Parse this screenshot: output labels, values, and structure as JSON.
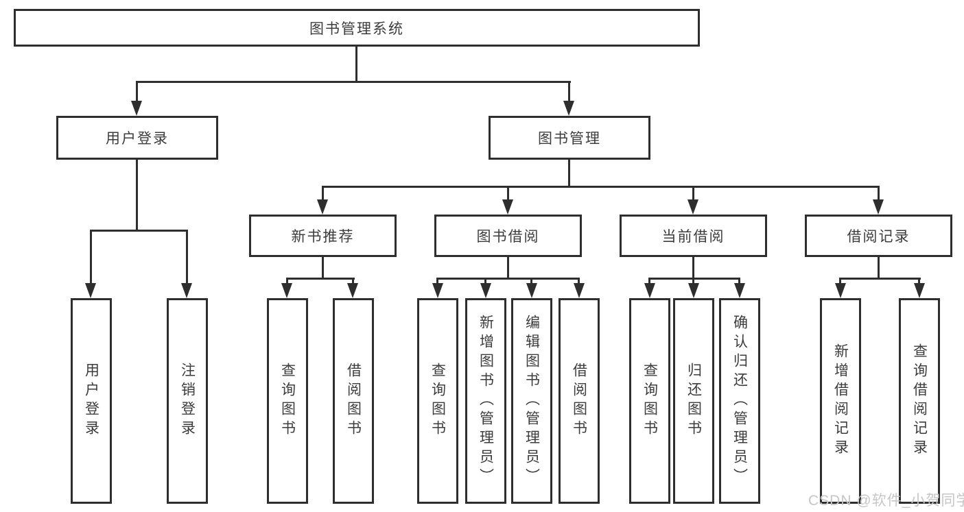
{
  "diagram": {
    "root": {
      "label": "图书管理系统"
    },
    "level2": [
      {
        "id": "user-login",
        "label": "用户登录"
      },
      {
        "id": "book-management",
        "label": "图书管理"
      }
    ],
    "level3": [
      {
        "id": "new-book-recommend",
        "label": "新书推荐"
      },
      {
        "id": "book-borrow",
        "label": "图书借阅"
      },
      {
        "id": "current-borrow",
        "label": "当前借阅"
      },
      {
        "id": "borrow-records",
        "label": "借阅记录"
      }
    ],
    "leaves": [
      {
        "parent": "user-login",
        "label": "用户登录"
      },
      {
        "parent": "user-login",
        "label": "注销登录"
      },
      {
        "parent": "new-book-recommend",
        "label": "查询图书"
      },
      {
        "parent": "new-book-recommend",
        "label": "借阅图书"
      },
      {
        "parent": "book-borrow",
        "label": "查询图书"
      },
      {
        "parent": "book-borrow",
        "label": "新增图书（管理员）"
      },
      {
        "parent": "book-borrow",
        "label": "编辑图书（管理员）"
      },
      {
        "parent": "book-borrow",
        "label": "借阅图书"
      },
      {
        "parent": "current-borrow",
        "label": "查询图书"
      },
      {
        "parent": "current-borrow",
        "label": "归还图书"
      },
      {
        "parent": "current-borrow",
        "label": "确认归还（管理员）"
      },
      {
        "parent": "borrow-records",
        "label": "新增借阅记录"
      },
      {
        "parent": "borrow-records",
        "label": "查询借阅记录"
      }
    ]
  },
  "watermark": {
    "text": "CSDN @软件_小贺同学"
  },
  "colors": {
    "line": "#2e2e2e",
    "text": "#3c3c3c",
    "watermark": "#c6c6c6",
    "background": "#ffffff"
  }
}
